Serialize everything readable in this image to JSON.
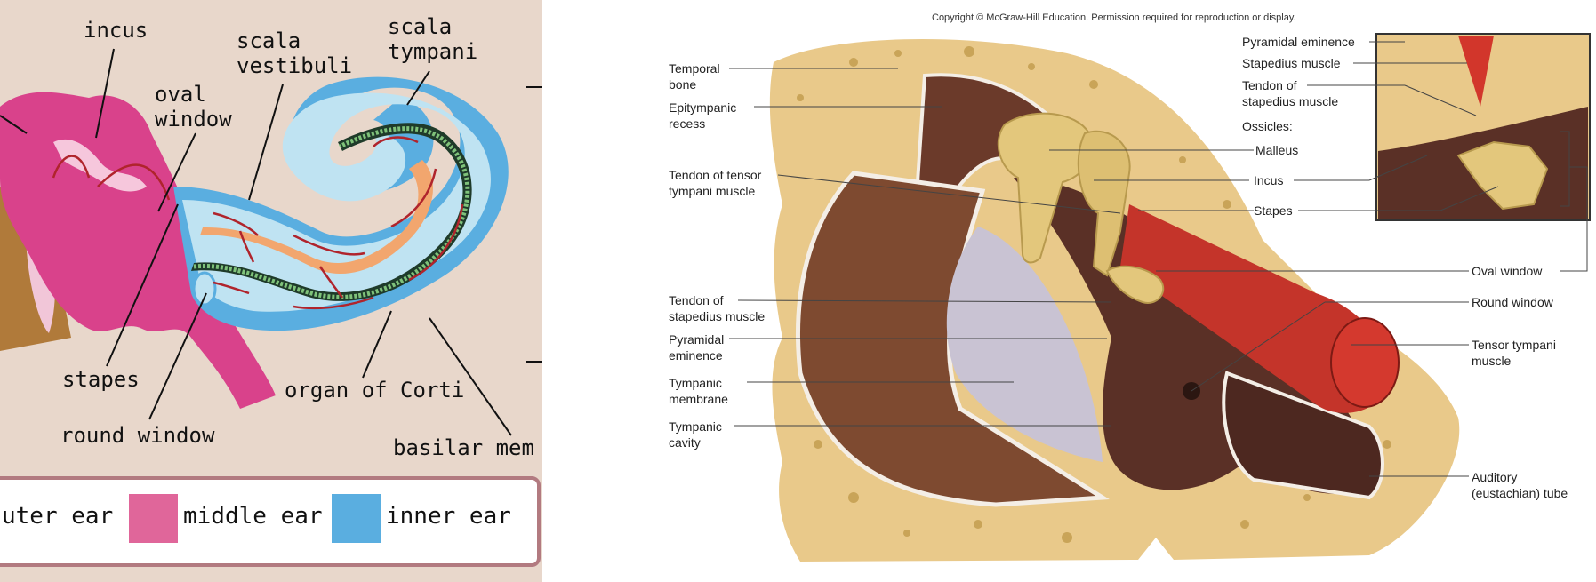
{
  "left_diagram": {
    "labels": {
      "incus": "incus",
      "scala_vestibuli": "scala\nvestibuli",
      "scala_tympani": "scala\ntympani",
      "oval_window": "oval\nwindow",
      "stapes": "stapes",
      "round_window": "round window",
      "organ_of_corti": "organ of Corti",
      "basilar_membrane": "basilar mem"
    },
    "legend": [
      {
        "label": "uter ear",
        "color": ""
      },
      {
        "label": "middle ear",
        "color": "#e0669a"
      },
      {
        "label": "inner ear",
        "color": "#5aaee0"
      }
    ],
    "colors": {
      "background": "#e8d7cb",
      "middle_ear": "#d9428b",
      "inner_ear": "#5aaee0",
      "fluid": "#bfe3f2",
      "membrane": "#f2a66e",
      "arrow": "#b0242c"
    }
  },
  "right_diagram": {
    "copyright": "Copyright © McGraw-Hill Education. Permission required for reproduction or display.",
    "labels_left": {
      "temporal_bone": "Temporal\nbone",
      "epitympanic_recess": "Epitympanic\nrecess",
      "tendon_tensor_tympani": "Tendon of tensor\ntympani muscle",
      "tendon_stapedius": "Tendon of\nstapedius muscle",
      "pyramidal_eminence": "Pyramidal\neminence",
      "tympanic_membrane": "Tympanic\nmembrane",
      "tympanic_cavity": "Tympanic\ncavity"
    },
    "labels_right": {
      "pyramidal_eminence": "Pyramidal eminence",
      "stapedius_muscle": "Stapedius muscle",
      "tendon_stapedius": "Tendon of\nstapedius muscle",
      "ossicles": "Ossicles:",
      "malleus": "Malleus",
      "incus": "Incus",
      "stapes": "Stapes",
      "oval_window": "Oval window",
      "round_window": "Round window",
      "tensor_tympani": "Tensor tympani\nmuscle",
      "auditory_tube": "Auditory\n(eustachian) tube"
    },
    "colors": {
      "bone": "#e9c98a",
      "cavity": "#6b3a2a",
      "muscle": "#c4342a",
      "membrane": "#c9c3d3"
    }
  }
}
